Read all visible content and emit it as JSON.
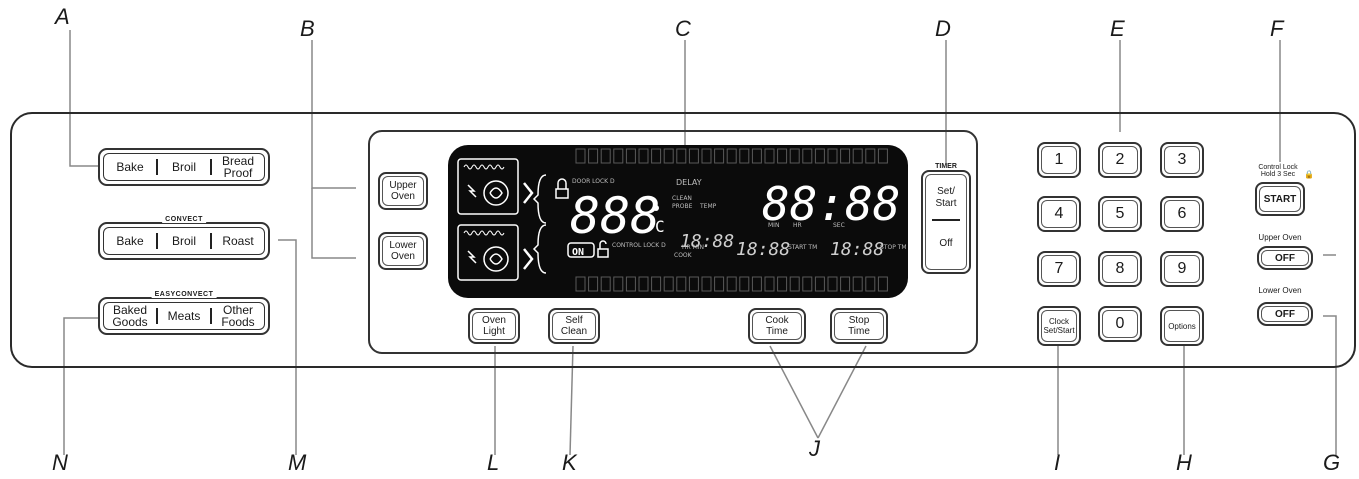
{
  "callouts": [
    "A",
    "B",
    "C",
    "D",
    "E",
    "F",
    "G",
    "H",
    "I",
    "J",
    "K",
    "L",
    "M",
    "N"
  ],
  "bake_group": {
    "segments": [
      "Bake",
      "Broil",
      "Bread\nProof"
    ]
  },
  "convect_group": {
    "label": "CONVECT",
    "segments": [
      "Bake",
      "Broil",
      "Roast"
    ]
  },
  "easyconvect_group": {
    "label": "EASYCONVECT",
    "segments": [
      "Baked\nGoods",
      "Meats",
      "Other\nFoods"
    ]
  },
  "oven_select": {
    "upper": "Upper\nOven",
    "lower": "Lower\nOven"
  },
  "timer": {
    "label": "TIMER",
    "set_start": "Set/\nStart",
    "off": "Off"
  },
  "display_buttons": {
    "oven_light": "Oven\nLight",
    "self_clean": "Self\nClean",
    "cook_time": "Cook\nTime",
    "stop_time": "Stop\nTime"
  },
  "keypad": {
    "digits": [
      "1",
      "2",
      "3",
      "4",
      "5",
      "6",
      "7",
      "8",
      "9",
      "0"
    ],
    "clock": "Clock\nSet/Start",
    "options": "Options"
  },
  "right_controls": {
    "control_lock": "Control Lock\nHold 3 Sec",
    "start": "START",
    "upper_oven_label": "Upper Oven",
    "upper_off": "OFF",
    "lower_oven_label": "Lower Oven",
    "lower_off": "OFF"
  },
  "lcd": {
    "temp": "888",
    "temp_unit": "C",
    "clock": "88:88",
    "small_time": "18:88",
    "on": "ON",
    "door_lock": "DOOR\nLOCK D",
    "delay": "DELAY",
    "clean": "CLEAN",
    "probe": "PROBE",
    "temp_word": "TEMP",
    "min": "MIN",
    "hr": "HR",
    "sec": "SEC",
    "control_lock": "CONTROL\nLOCK D",
    "cook": "COOK",
    "hr_min": "HR MIN",
    "start_tm": "START TM",
    "stop_tm": "STOP TM"
  },
  "colors": {
    "lcd_bg": "#0b0b0b",
    "lcd_fg": "#ffffff",
    "lcd_dim": "#5a5a5a",
    "outline": "#333333"
  }
}
